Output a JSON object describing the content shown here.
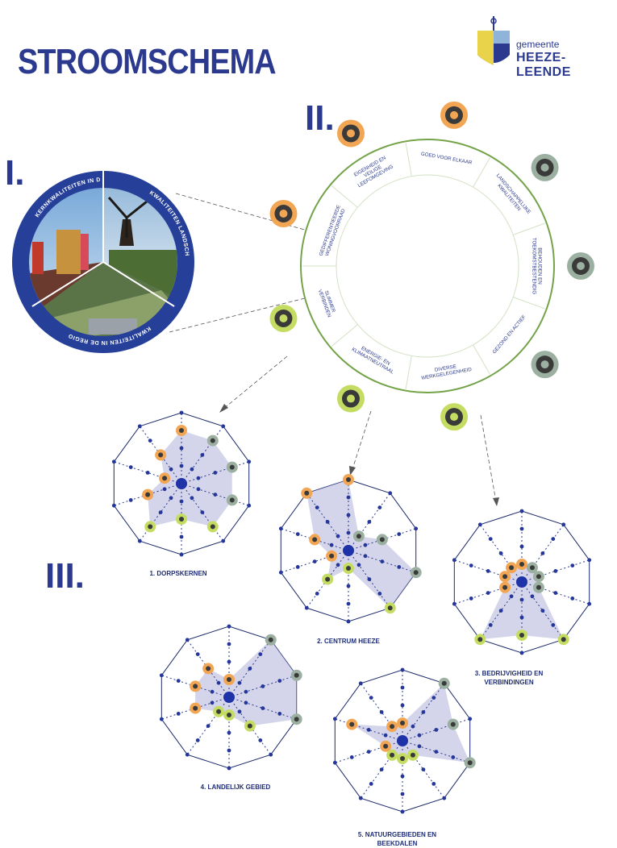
{
  "header": {
    "title": "STROOMSCHEMA"
  },
  "logo": {
    "small": "gemeente",
    "big": "HEEZE-LEENDE"
  },
  "sections": {
    "one": "I.",
    "two": "II.",
    "three": "III."
  },
  "photo_wheel": {
    "labels": [
      "KERNKWALITEITEN IN DE SAMENLEVING",
      "KWALITEITEN LANDSCHAP",
      "KWALITEITEN IN DE REGIO"
    ]
  },
  "wheel": {
    "segments": [
      "GOED VOOR ELKAAR",
      "LANDSCHAPPELIJKE KWALITEITEN",
      "BEHOUDEN EN TOEKOMSTBESTENDIG",
      "GEZOND EN ACTIEF",
      "DIVERSE WERKGELEGENHEID",
      "ENERGIE- EN KLIMAATNEUTRAAL",
      "SLIMMER VERBINDEN",
      "GEDIFFERENTIEERDE WONINGVOORRAAD",
      "EIGENHEID EN VEILIGE LEEFOMGEVING"
    ],
    "icons": [
      "heart-hand-icon",
      "tree-icon",
      "recycle-leaf-icon",
      "walker-icon",
      "factory-icon",
      "plug-icon",
      "network-icon",
      "house-icon",
      "people-icon"
    ],
    "icon_colors": [
      "#f2a654",
      "#9bb0a0",
      "#9bb0a0",
      "#9bb0a0",
      "#c5dc62",
      "#c5dc62",
      "#c5dc62",
      "#f2a654",
      "#f2a654"
    ]
  },
  "radar_charts": [
    {
      "caption": "1. DORPSKERNEN"
    },
    {
      "caption": "2. CENTRUM HEEZE"
    },
    {
      "caption": "3. BEDRIJVIGHEID EN VERBINDINGEN"
    },
    {
      "caption": "4. LANDELIJK GEBIED"
    },
    {
      "caption": "5. NATUURGEBIEDEN EN BEEKDALEN"
    }
  ],
  "chart_data": [
    {
      "type": "radar",
      "name": "1. DORPSKERNEN",
      "axes": 10,
      "levels": 4,
      "values": [
        3,
        3,
        3,
        3,
        3,
        2,
        3,
        2,
        1,
        2
      ]
    },
    {
      "type": "radar",
      "name": "2. CENTRUM HEEZE",
      "axes": 10,
      "levels": 4,
      "values": [
        4,
        1,
        2,
        4,
        4,
        1,
        2,
        1,
        2,
        4
      ]
    },
    {
      "type": "radar",
      "name": "3. BEDRIJVIGHEID EN VERBINDINGEN",
      "axes": 10,
      "levels": 4,
      "values": [
        1,
        1,
        1,
        1,
        4,
        3,
        4,
        1,
        1,
        1
      ]
    },
    {
      "type": "radar",
      "name": "4. LANDELIJK GEBIED",
      "axes": 10,
      "levels": 4,
      "values": [
        1,
        4,
        4,
        4,
        2,
        1,
        1,
        2,
        2,
        2
      ]
    },
    {
      "type": "radar",
      "name": "5. NATUURGEBIEDEN EN BEEKDALEN",
      "axes": 10,
      "levels": 4,
      "values": [
        1,
        4,
        3,
        4,
        1,
        1,
        1,
        1,
        3,
        1
      ]
    }
  ]
}
